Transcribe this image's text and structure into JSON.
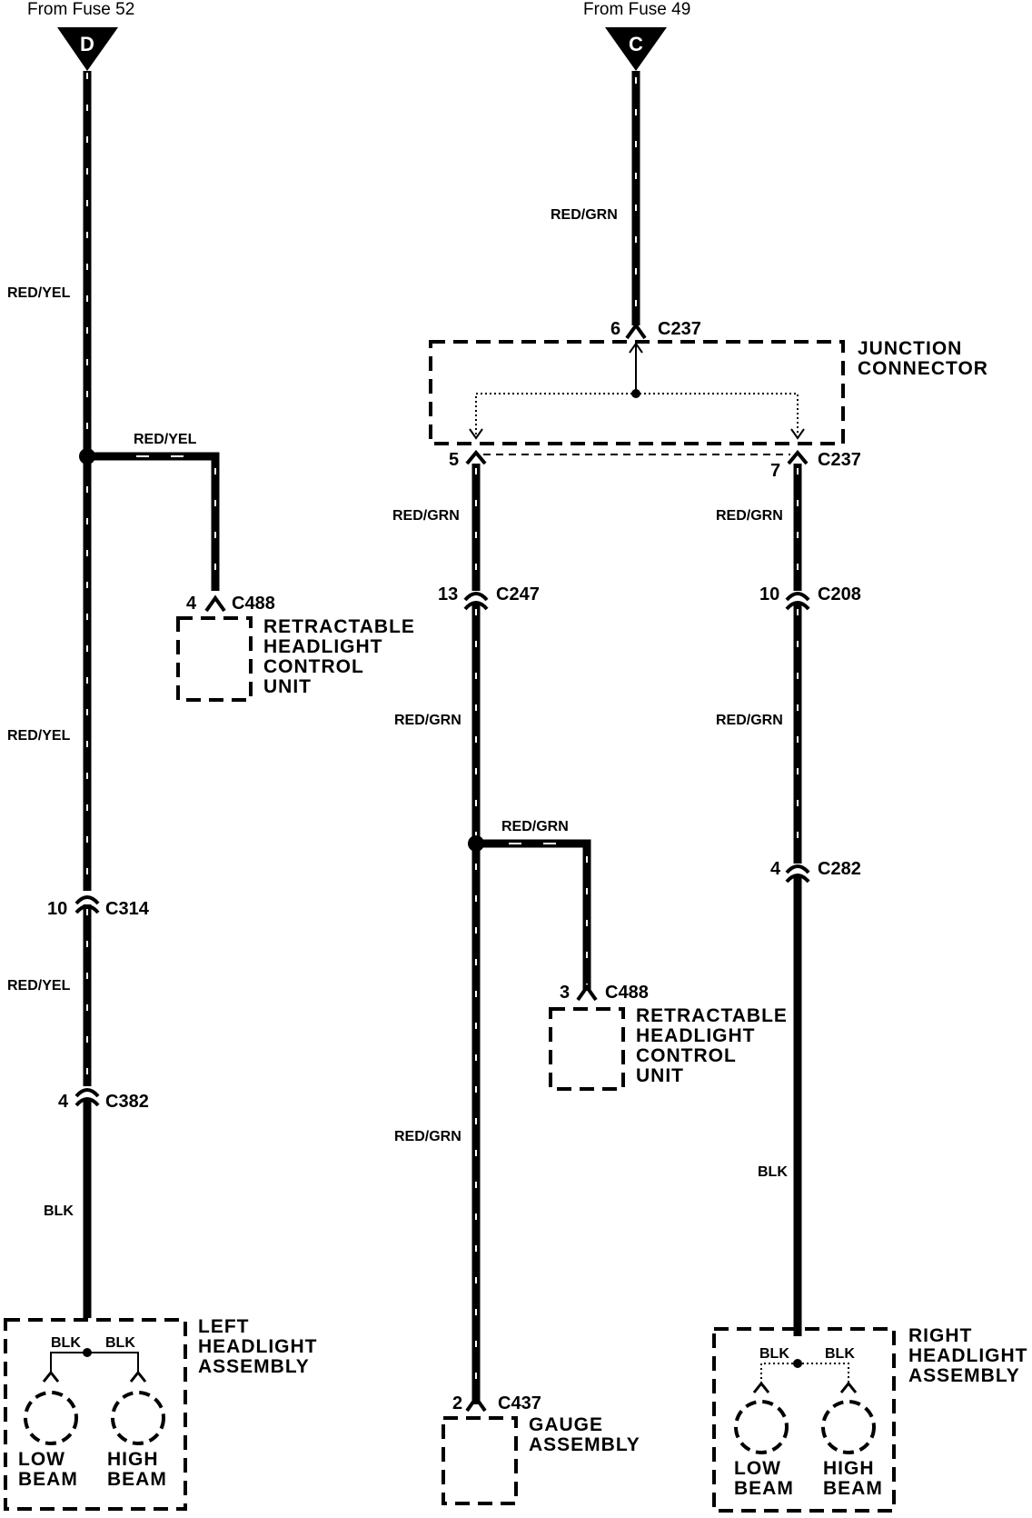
{
  "sources": {
    "left": {
      "letter": "D",
      "from": "From Fuse 52"
    },
    "right": {
      "letter": "C",
      "from": "From Fuse 49"
    }
  },
  "wire_labels": {
    "red_yel": "RED/YEL",
    "red_grn": "RED/GRN",
    "blk": "BLK"
  },
  "connectors": {
    "c237_top": {
      "pin": "6",
      "name": "C237"
    },
    "c237_left": {
      "pin": "5"
    },
    "c237_right": {
      "pin": "7",
      "name": "C237"
    },
    "c488_left": {
      "pin": "4",
      "name": "C488"
    },
    "c488_mid": {
      "pin": "3",
      "name": "C488"
    },
    "c247": {
      "pin": "13",
      "name": "C247"
    },
    "c208": {
      "pin": "10",
      "name": "C208"
    },
    "c282": {
      "pin": "4",
      "name": "C282"
    },
    "c314": {
      "pin": "10",
      "name": "C314"
    },
    "c382": {
      "pin": "4",
      "name": "C382"
    },
    "c437": {
      "pin": "2",
      "name": "C437"
    }
  },
  "components": {
    "junction": [
      "JUNCTION",
      "CONNECTOR"
    ],
    "retract_left": [
      "RETRACTABLE",
      "HEADLIGHT",
      "CONTROL",
      "UNIT"
    ],
    "retract_mid": [
      "RETRACTABLE",
      "HEADLIGHT",
      "CONTROL",
      "UNIT"
    ],
    "left_headlight": [
      "LEFT",
      "HEADLIGHT",
      "ASSEMBLY"
    ],
    "right_headlight": [
      "RIGHT",
      "HEADLIGHT",
      "ASSEMBLY"
    ],
    "gauge": [
      "GAUGE",
      "ASSEMBLY"
    ],
    "low_beam": [
      "LOW",
      "BEAM"
    ],
    "high_beam": [
      "HIGH",
      "BEAM"
    ]
  }
}
